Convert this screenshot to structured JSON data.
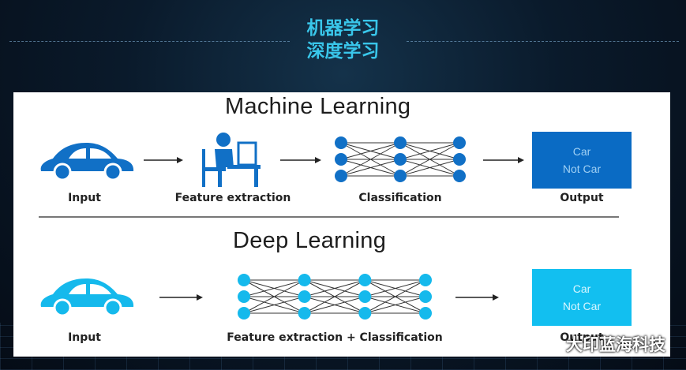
{
  "title_lines": [
    "机器学习",
    "深度学习"
  ],
  "machine_learning": {
    "heading": "Machine Learning",
    "labels": {
      "input": "Input",
      "feature": "Feature extraction",
      "classification": "Classification",
      "output": "Output"
    },
    "output_box": {
      "line1": "Car",
      "line2": "Not Car",
      "bg": "#0a6bc4",
      "text": "#9fd0f4"
    },
    "icon_color": "#1170c6"
  },
  "deep_learning": {
    "heading": "Deep Learning",
    "labels": {
      "input": "Input",
      "combined": "Feature extraction + Classification",
      "output": "Output"
    },
    "output_box": {
      "line1": "Car",
      "line2": "Not Car",
      "bg": "#12bff0",
      "text": "#d8f6ff"
    },
    "icon_color": "#15b9ec"
  },
  "watermark": "大印蓝海科技",
  "colors": {
    "title": "#39c6ea",
    "panel": "#ffffff"
  }
}
